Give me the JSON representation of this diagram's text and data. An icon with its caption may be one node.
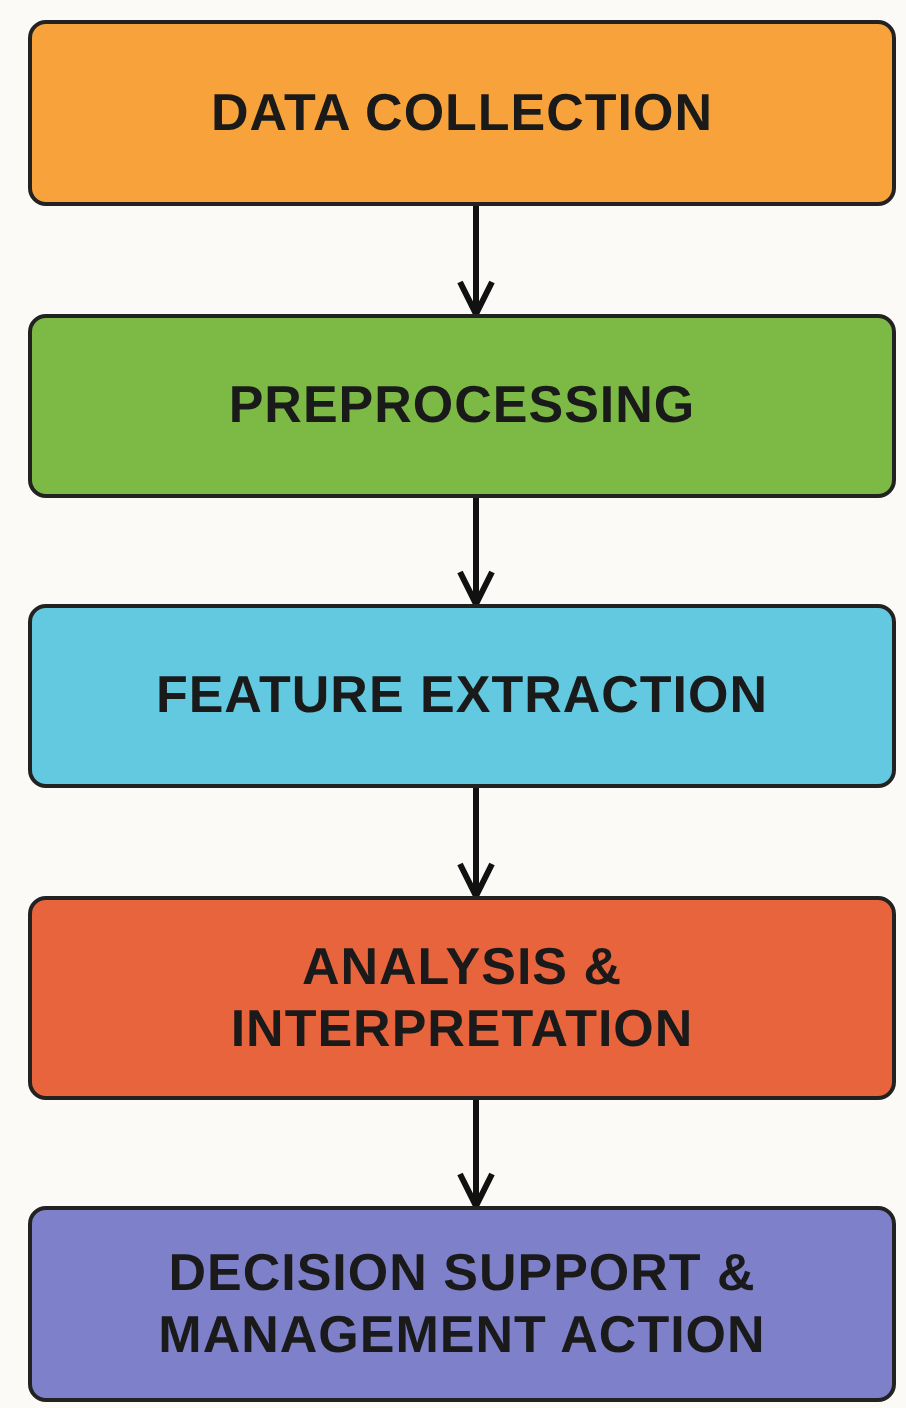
{
  "diagram": {
    "nodes": [
      {
        "text": [
          "DATA COLLECTION"
        ]
      },
      {
        "text": [
          "PREPROCESSING"
        ]
      },
      {
        "text": [
          "FEATURE EXTRACTION"
        ]
      },
      {
        "text": [
          "ANALYSIS & INTERPRETATION"
        ]
      },
      {
        "text": [
          "DECISION SUPPORT & MANAGEMENT ACTION"
        ]
      }
    ],
    "edges": [
      {
        "from": 0,
        "to": 1,
        "arrow": "to"
      },
      {
        "from": 1,
        "to": 2,
        "arrow": "to"
      },
      {
        "from": 2,
        "to": 3,
        "arrow": "to"
      },
      {
        "from": 3,
        "to": 4,
        "arrow": "to"
      }
    ]
  }
}
